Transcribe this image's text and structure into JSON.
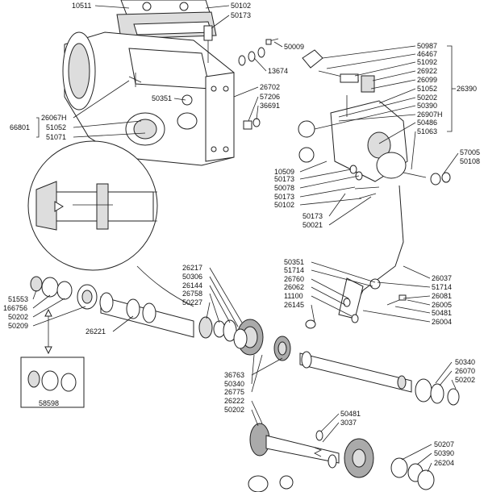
{
  "diagram": {
    "callouts": {
      "c10511": "10511",
      "c50102a": "50102",
      "c50173a": "50173",
      "c50009": "50009",
      "c13674": "13674",
      "c50351a": "50351",
      "c26067h": "26067H",
      "c51052a": "51052",
      "c51071": "51071",
      "c66801": "66801",
      "c26702": "26702",
      "c57206": "57206",
      "c36691": "36691",
      "c50987": "50987",
      "c46467": "46467",
      "c51092": "51092",
      "c26922": "26922",
      "c26099": "26099",
      "c51052b": "51052",
      "c50202a": "50202",
      "c50390a": "50390",
      "c26907h": "26907H",
      "c50486": "50486",
      "c51063": "51063",
      "c26390": "26390",
      "c57005": "57005",
      "c50108": "50108",
      "c10509": "10509",
      "c50173b": "50173",
      "c50078": "50078",
      "c50173c": "50173",
      "c50102b": "50102",
      "c50173d": "50173",
      "c50021": "50021",
      "c50351b": "50351",
      "c51714a": "51714",
      "c26760": "26760",
      "c26062": "26062",
      "c11100": "11100",
      "c26145": "26145",
      "c26037": "26037",
      "c51714b": "51714",
      "c26081": "26081",
      "c26005": "26005",
      "c50481a": "50481",
      "c26004": "26004",
      "c26217": "26217",
      "c50306": "50306",
      "c26144": "26144",
      "c26758": "26758",
      "c50227": "50227",
      "c51553": "51553",
      "c166756": "166756",
      "c50202b": "50202",
      "c50209": "50209",
      "c26221": "26221",
      "c58598": "58598",
      "c36763": "36763",
      "c50340a": "50340",
      "c26775": "26775",
      "c26222": "26222",
      "c50202c": "50202",
      "c50340b": "50340",
      "c26070": "26070",
      "c50202d": "50202",
      "c50481b": "50481",
      "c3037": "3037",
      "c50207": "50207",
      "c50390b": "50390",
      "c26204": "26204"
    }
  }
}
